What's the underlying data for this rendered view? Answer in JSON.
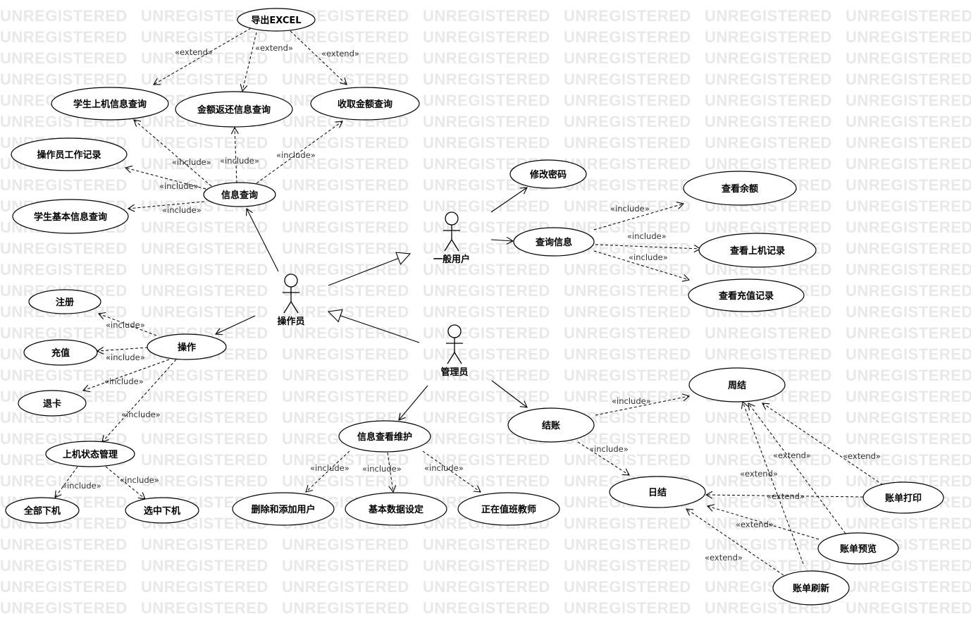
{
  "watermark": "UNREGISTERED",
  "use_cases": [
    {
      "id": "export_excel",
      "label": "导出EXCEL"
    },
    {
      "id": "stu_online_query",
      "label": "学生上机信息查询"
    },
    {
      "id": "refund_query",
      "label": "金额返还信息查询"
    },
    {
      "id": "charge_query",
      "label": "收取金额查询"
    },
    {
      "id": "op_work_record",
      "label": "操作员工作记录"
    },
    {
      "id": "info_query",
      "label": "信息查询"
    },
    {
      "id": "stu_basic_query",
      "label": "学生基本信息查询"
    },
    {
      "id": "change_pwd",
      "label": "修改密码"
    },
    {
      "id": "view_balance",
      "label": "查看余额"
    },
    {
      "id": "inquire_info",
      "label": "查询信息"
    },
    {
      "id": "view_online_record",
      "label": "查看上机记录"
    },
    {
      "id": "view_recharge_record",
      "label": "查看充值记录"
    },
    {
      "id": "register",
      "label": "注册"
    },
    {
      "id": "operate",
      "label": "操作"
    },
    {
      "id": "recharge",
      "label": "充值"
    },
    {
      "id": "refund_card",
      "label": "退卡"
    },
    {
      "id": "online_state_mgmt",
      "label": "上机状态管理"
    },
    {
      "id": "all_offline",
      "label": "全部下机"
    },
    {
      "id": "selected_offline",
      "label": "选中下机"
    },
    {
      "id": "info_maintenance",
      "label": "信息查看维护"
    },
    {
      "id": "delete_add_user",
      "label": "删除和添加用户"
    },
    {
      "id": "basic_data_setting",
      "label": "基本数据设定"
    },
    {
      "id": "on_duty_teacher",
      "label": "正在值班教师"
    },
    {
      "id": "weekly_settle",
      "label": "周结"
    },
    {
      "id": "settle_account",
      "label": "结账"
    },
    {
      "id": "daily_settle",
      "label": "日结"
    },
    {
      "id": "bill_print",
      "label": "账单打印"
    },
    {
      "id": "bill_preview",
      "label": "账单预览"
    },
    {
      "id": "bill_refresh",
      "label": "账单刷新"
    }
  ],
  "actors": [
    {
      "id": "general_user",
      "label": "一般用户"
    },
    {
      "id": "operator",
      "label": "操作员"
    },
    {
      "id": "admin",
      "label": "管理员"
    }
  ],
  "relations": [
    {
      "from": "export_excel",
      "to": "stu_online_query",
      "kind": "dependency",
      "label": "«extend»"
    },
    {
      "from": "export_excel",
      "to": "refund_query",
      "kind": "dependency",
      "label": "«extend»"
    },
    {
      "from": "export_excel",
      "to": "charge_query",
      "kind": "dependency",
      "label": "«extend»"
    },
    {
      "from": "info_query",
      "to": "stu_online_query",
      "kind": "dependency",
      "label": "«include»"
    },
    {
      "from": "info_query",
      "to": "refund_query",
      "kind": "dependency",
      "label": "«include»"
    },
    {
      "from": "info_query",
      "to": "charge_query",
      "kind": "dependency",
      "label": "«include»"
    },
    {
      "from": "info_query",
      "to": "op_work_record",
      "kind": "dependency",
      "label": "«include»"
    },
    {
      "from": "info_query",
      "to": "stu_basic_query",
      "kind": "dependency",
      "label": "«include»"
    },
    {
      "from": "operator",
      "to": "info_query",
      "kind": "association",
      "label": ""
    },
    {
      "from": "operator",
      "to": "general_user",
      "kind": "generalization",
      "label": ""
    },
    {
      "from": "operator",
      "to": "operate",
      "kind": "association",
      "label": ""
    },
    {
      "from": "admin",
      "to": "operator",
      "kind": "generalization",
      "label": ""
    },
    {
      "from": "general_user",
      "to": "change_pwd",
      "kind": "association",
      "label": ""
    },
    {
      "from": "general_user",
      "to": "inquire_info",
      "kind": "association",
      "label": ""
    },
    {
      "from": "inquire_info",
      "to": "view_balance",
      "kind": "dependency",
      "label": "«include»"
    },
    {
      "from": "inquire_info",
      "to": "view_online_record",
      "kind": "dependency",
      "label": "«include»"
    },
    {
      "from": "inquire_info",
      "to": "view_recharge_record",
      "kind": "dependency",
      "label": "«include»"
    },
    {
      "from": "operate",
      "to": "register",
      "kind": "dependency",
      "label": "«include»"
    },
    {
      "from": "operate",
      "to": "recharge",
      "kind": "dependency",
      "label": "«include»"
    },
    {
      "from": "operate",
      "to": "refund_card",
      "kind": "dependency",
      "label": "«include»"
    },
    {
      "from": "operate",
      "to": "online_state_mgmt",
      "kind": "dependency",
      "label": "«include»"
    },
    {
      "from": "online_state_mgmt",
      "to": "all_offline",
      "kind": "dependency",
      "label": "«include»"
    },
    {
      "from": "online_state_mgmt",
      "to": "selected_offline",
      "kind": "dependency",
      "label": "«include»"
    },
    {
      "from": "admin",
      "to": "info_maintenance",
      "kind": "association",
      "label": ""
    },
    {
      "from": "admin",
      "to": "settle_account",
      "kind": "association",
      "label": ""
    },
    {
      "from": "info_maintenance",
      "to": "delete_add_user",
      "kind": "dependency",
      "label": "«include»"
    },
    {
      "from": "info_maintenance",
      "to": "basic_data_setting",
      "kind": "dependency",
      "label": "«include»"
    },
    {
      "from": "info_maintenance",
      "to": "on_duty_teacher",
      "kind": "dependency",
      "label": "«include»"
    },
    {
      "from": "settle_account",
      "to": "weekly_settle",
      "kind": "dependency",
      "label": "«include»"
    },
    {
      "from": "settle_account",
      "to": "daily_settle",
      "kind": "dependency",
      "label": "«include»"
    },
    {
      "from": "bill_print",
      "to": "weekly_settle",
      "kind": "dependency",
      "label": "«extend»"
    },
    {
      "from": "bill_preview",
      "to": "weekly_settle",
      "kind": "dependency",
      "label": "«extend»"
    },
    {
      "from": "bill_refresh",
      "to": "weekly_settle",
      "kind": "dependency",
      "label": "«extend»"
    },
    {
      "from": "bill_print",
      "to": "daily_settle",
      "kind": "dependency",
      "label": "«extend»"
    },
    {
      "from": "bill_preview",
      "to": "daily_settle",
      "kind": "dependency",
      "label": "«extend»"
    },
    {
      "from": "bill_refresh",
      "to": "daily_settle",
      "kind": "dependency",
      "label": "«extend»"
    }
  ]
}
